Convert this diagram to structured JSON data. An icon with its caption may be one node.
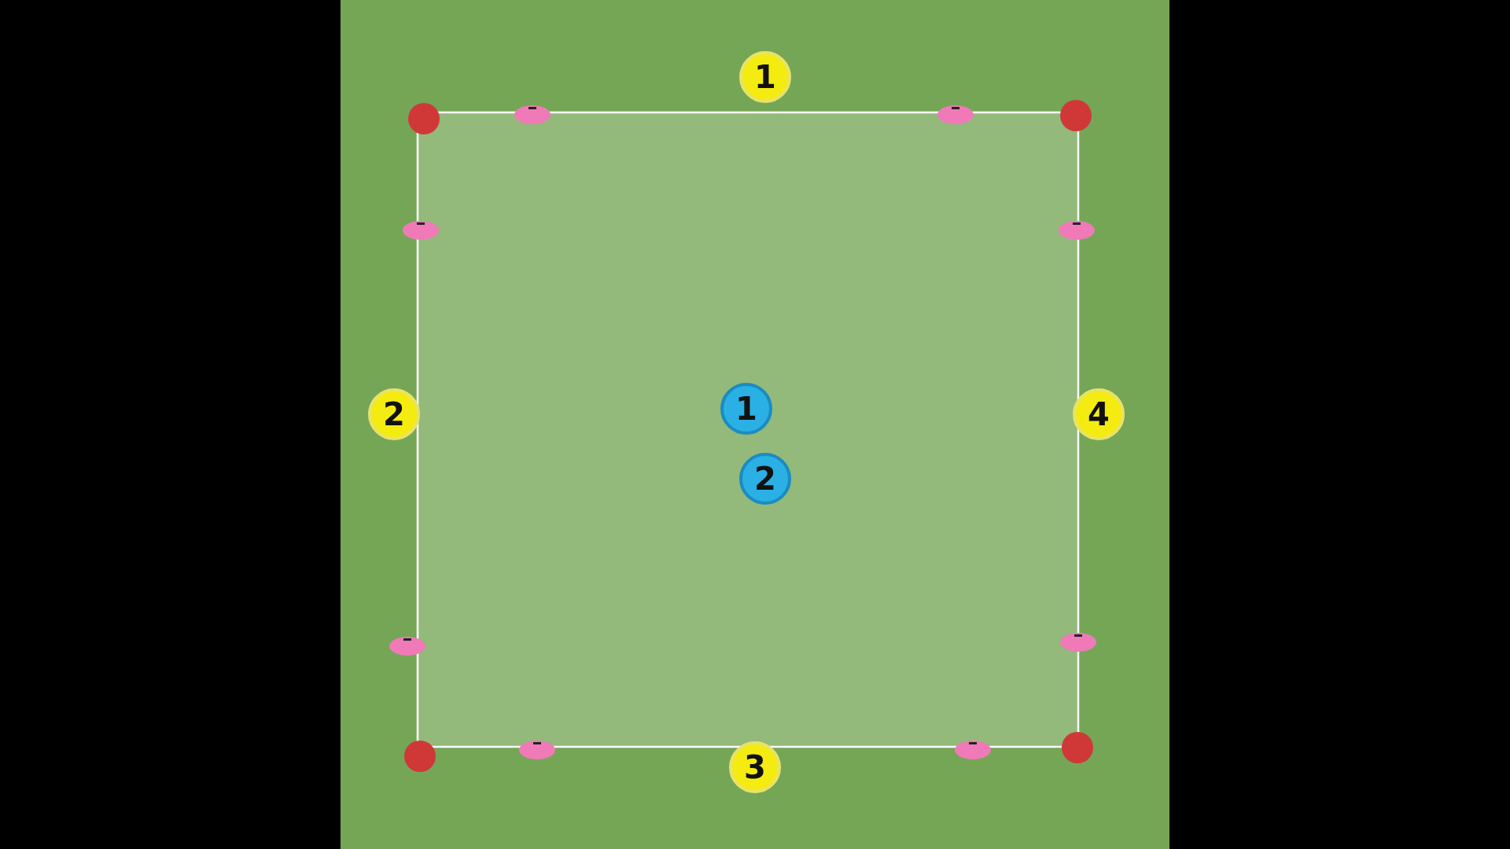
{
  "diagram": {
    "nodes": [
      {
        "text": [
          "1"
        ]
      },
      {
        "text": [
          "2"
        ]
      },
      {
        "text": [
          "1"
        ]
      },
      {
        "text": [
          "4"
        ]
      },
      {
        "text": [
          "2"
        ]
      },
      {
        "text": [
          "3"
        ]
      }
    ]
  }
}
